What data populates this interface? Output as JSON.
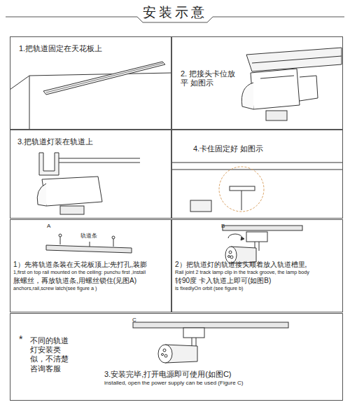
{
  "diagram": {
    "title": "安装示意",
    "nodes": [
      {
        "text": [
          "1.把轨道固定在天花板上"
        ]
      },
      {
        "text": [
          "2. 把接头卡位放平 如图示"
        ]
      },
      {
        "text": [
          "3.把轨道灯装在轨道上"
        ]
      },
      {
        "text": [
          "4.卡住固定好 如图示"
        ]
      },
      {
        "text": [
          "A",
          "轨道条",
          "1）先将轨道条装在天花板顶上:先打孔,装膨",
          "1,first on top rail mounted on the ceiling: punchu first ,install",
          "胀螺丝，再放轨道条,用螺丝锁住(见图A)",
          "anchors,rail,screw latch(see figure a )"
        ]
      },
      {
        "text": [
          "B",
          "2）把轨道灯的轨道接头顺着放入轨道槽里,",
          "Rail joint 2 track lamp clip in the track groove, the lamp body",
          "转90度 卡入轨道上即可(如图B)",
          "is fixedlyOn orbit (see figure b)"
        ]
      },
      {
        "text": [
          "C",
          "*",
          "不同的轨道灯安装类似，不清楚咨询客服",
          "3.安装完毕,打开电源即可使用(如图C)",
          "installed, open the power supply can be used (Figure C)"
        ]
      }
    ]
  }
}
